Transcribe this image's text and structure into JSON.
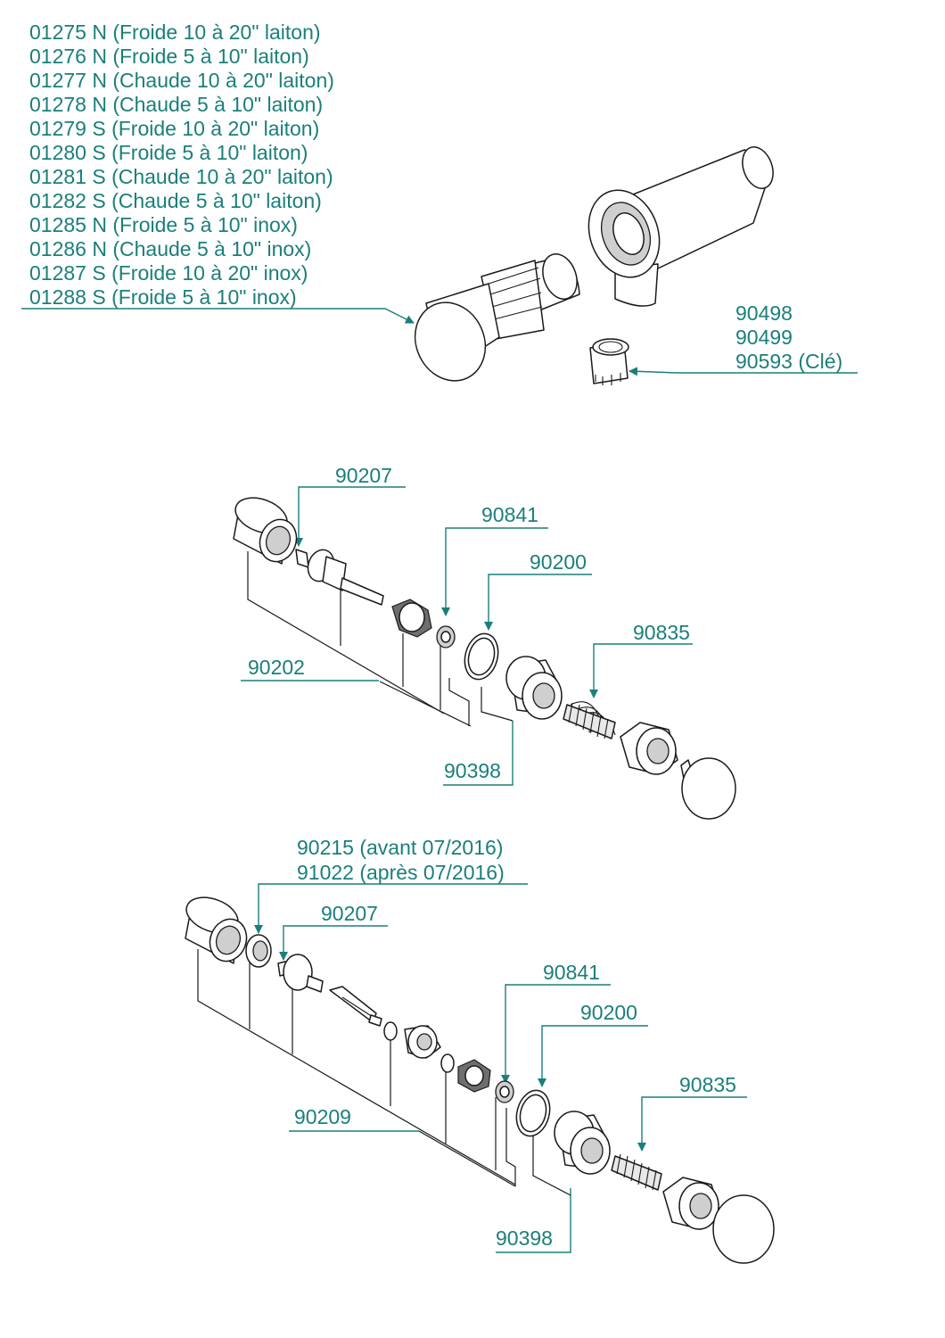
{
  "top_list": [
    "01275 N (Froide 10 à 20\" laiton)",
    "01276 N (Froide 5 à 10\" laiton)",
    "01277 N (Chaude 10 à 20\" laiton)",
    "01278 N (Chaude 5 à 10\" laiton)",
    "01279 S (Froide 10 à 20\" laiton)",
    "01280 S (Froide 5 à 10\" laiton)",
    "01281 S (Chaude 10 à 20\" laiton)",
    "01282 S (Chaude 5 à 10\" laiton)",
    "01285 N (Froide 5 à 10\" inox)",
    "01286 N (Chaude 5 à 10\" inox)",
    "01287 S (Froide 10 à 20\" inox)",
    "01288 S (Froide 5 à 10\" inox)"
  ],
  "top_right_list": [
    "90498",
    "90499",
    "90593 (Clé)"
  ],
  "section1": {
    "label_90207": "90207",
    "label_90841": "90841",
    "label_90200": "90200",
    "label_90835": "90835",
    "label_90202": "90202",
    "label_90398": "90398"
  },
  "section2": {
    "label_90215": "90215 (avant 07/2016)",
    "label_91022": "91022 (après 07/2016)",
    "label_90207": "90207",
    "label_90841": "90841",
    "label_90200": "90200",
    "label_90835": "90835",
    "label_90209": "90209",
    "label_90398": "90398"
  }
}
